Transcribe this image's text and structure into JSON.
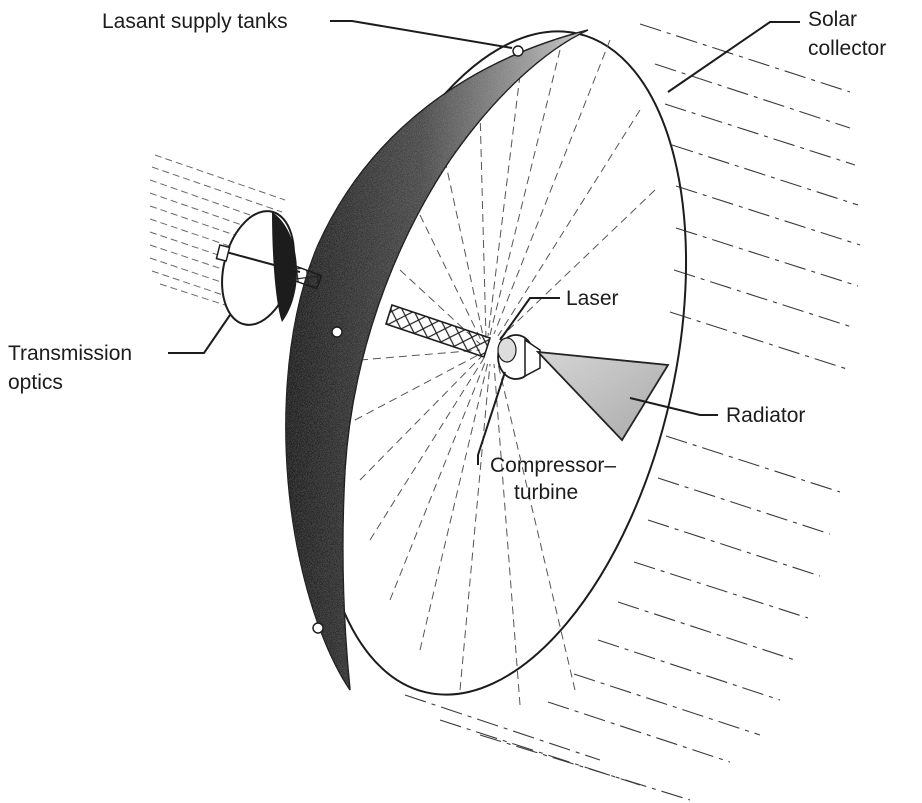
{
  "labels": {
    "lasant_supply_tanks": "Lasant supply tanks",
    "solar_collector_line1": "Solar",
    "solar_collector_line2": "collector",
    "laser": "Laser",
    "transmission_optics_line1": "Transmission",
    "transmission_optics_line2": "optics",
    "radiator": "Radiator",
    "compressor_turbine_line1": "Compressor–",
    "compressor_turbine_line2": "turbine"
  },
  "colors": {
    "ink": "#1c1c1c",
    "shell_dark": "#2a2a2a",
    "shell_light": "#b9b9b9",
    "radiator_fill": "#c4c4c4",
    "background": "#ffffff"
  }
}
